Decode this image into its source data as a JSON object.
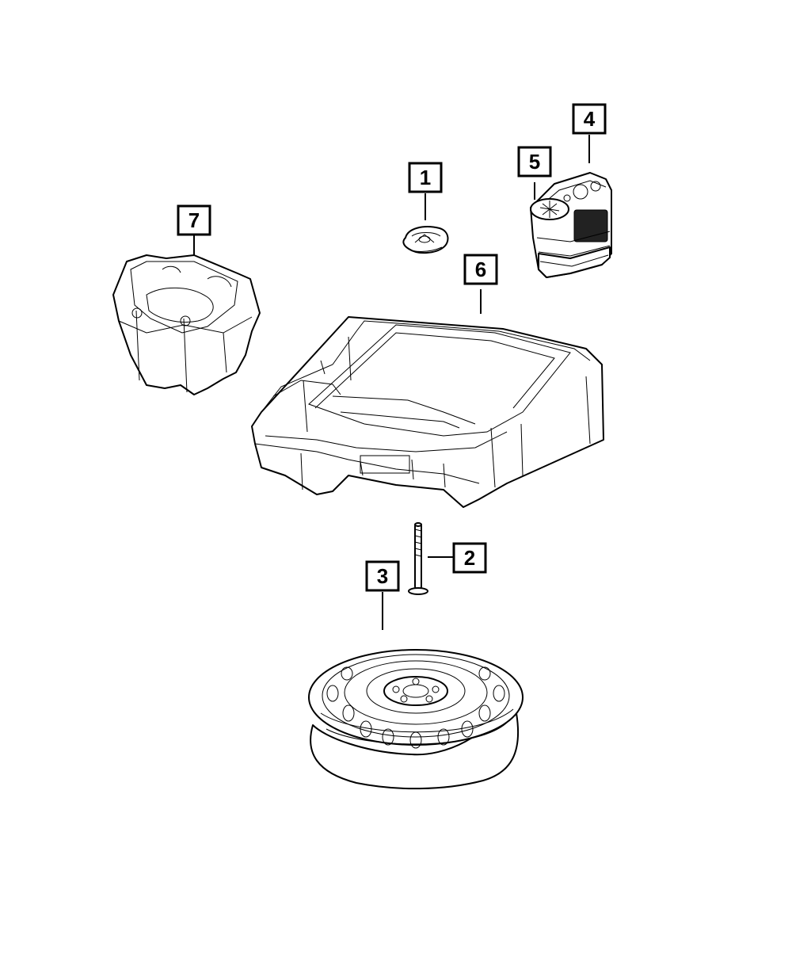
{
  "callouts": {
    "c1": "1",
    "c2": "2",
    "c3": "3",
    "c4": "4",
    "c5": "5",
    "c6": "6",
    "c7": "7"
  },
  "icons": {
    "part1": "plug-cap-icon",
    "part2": "hold-down-bolt-icon",
    "part3": "spare-tire-icon",
    "part4": "air-compressor-icon",
    "part5": "compressor-cap-icon",
    "part6": "storage-tray-icon",
    "part7": "foam-organizer-icon"
  }
}
